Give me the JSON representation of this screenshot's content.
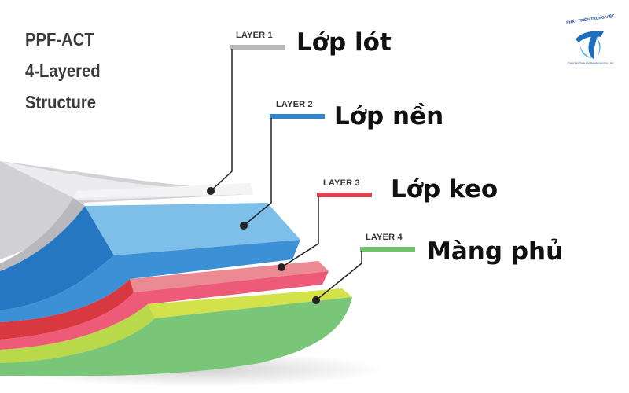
{
  "title": {
    "line1": "PPF-ACT",
    "line2": "4-Layered",
    "line3": "Structure"
  },
  "layers": [
    {
      "tag": "LAYER 1",
      "name": "Lớp lót",
      "color": "#b9b9bd"
    },
    {
      "tag": "LAYER 2",
      "name": "Lớp nền",
      "color": "#2f86d0"
    },
    {
      "tag": "LAYER 3",
      "name": "Lớp keo",
      "color": "#e0434f"
    },
    {
      "tag": "LAYER 4",
      "name": "Màng phủ",
      "color": "#6fc36e"
    }
  ],
  "logo": {
    "text": "PHÁT TRIỂN TRUNG VIỆT",
    "subtext": "Trung Viet Trade and Development Co., Ltd"
  }
}
